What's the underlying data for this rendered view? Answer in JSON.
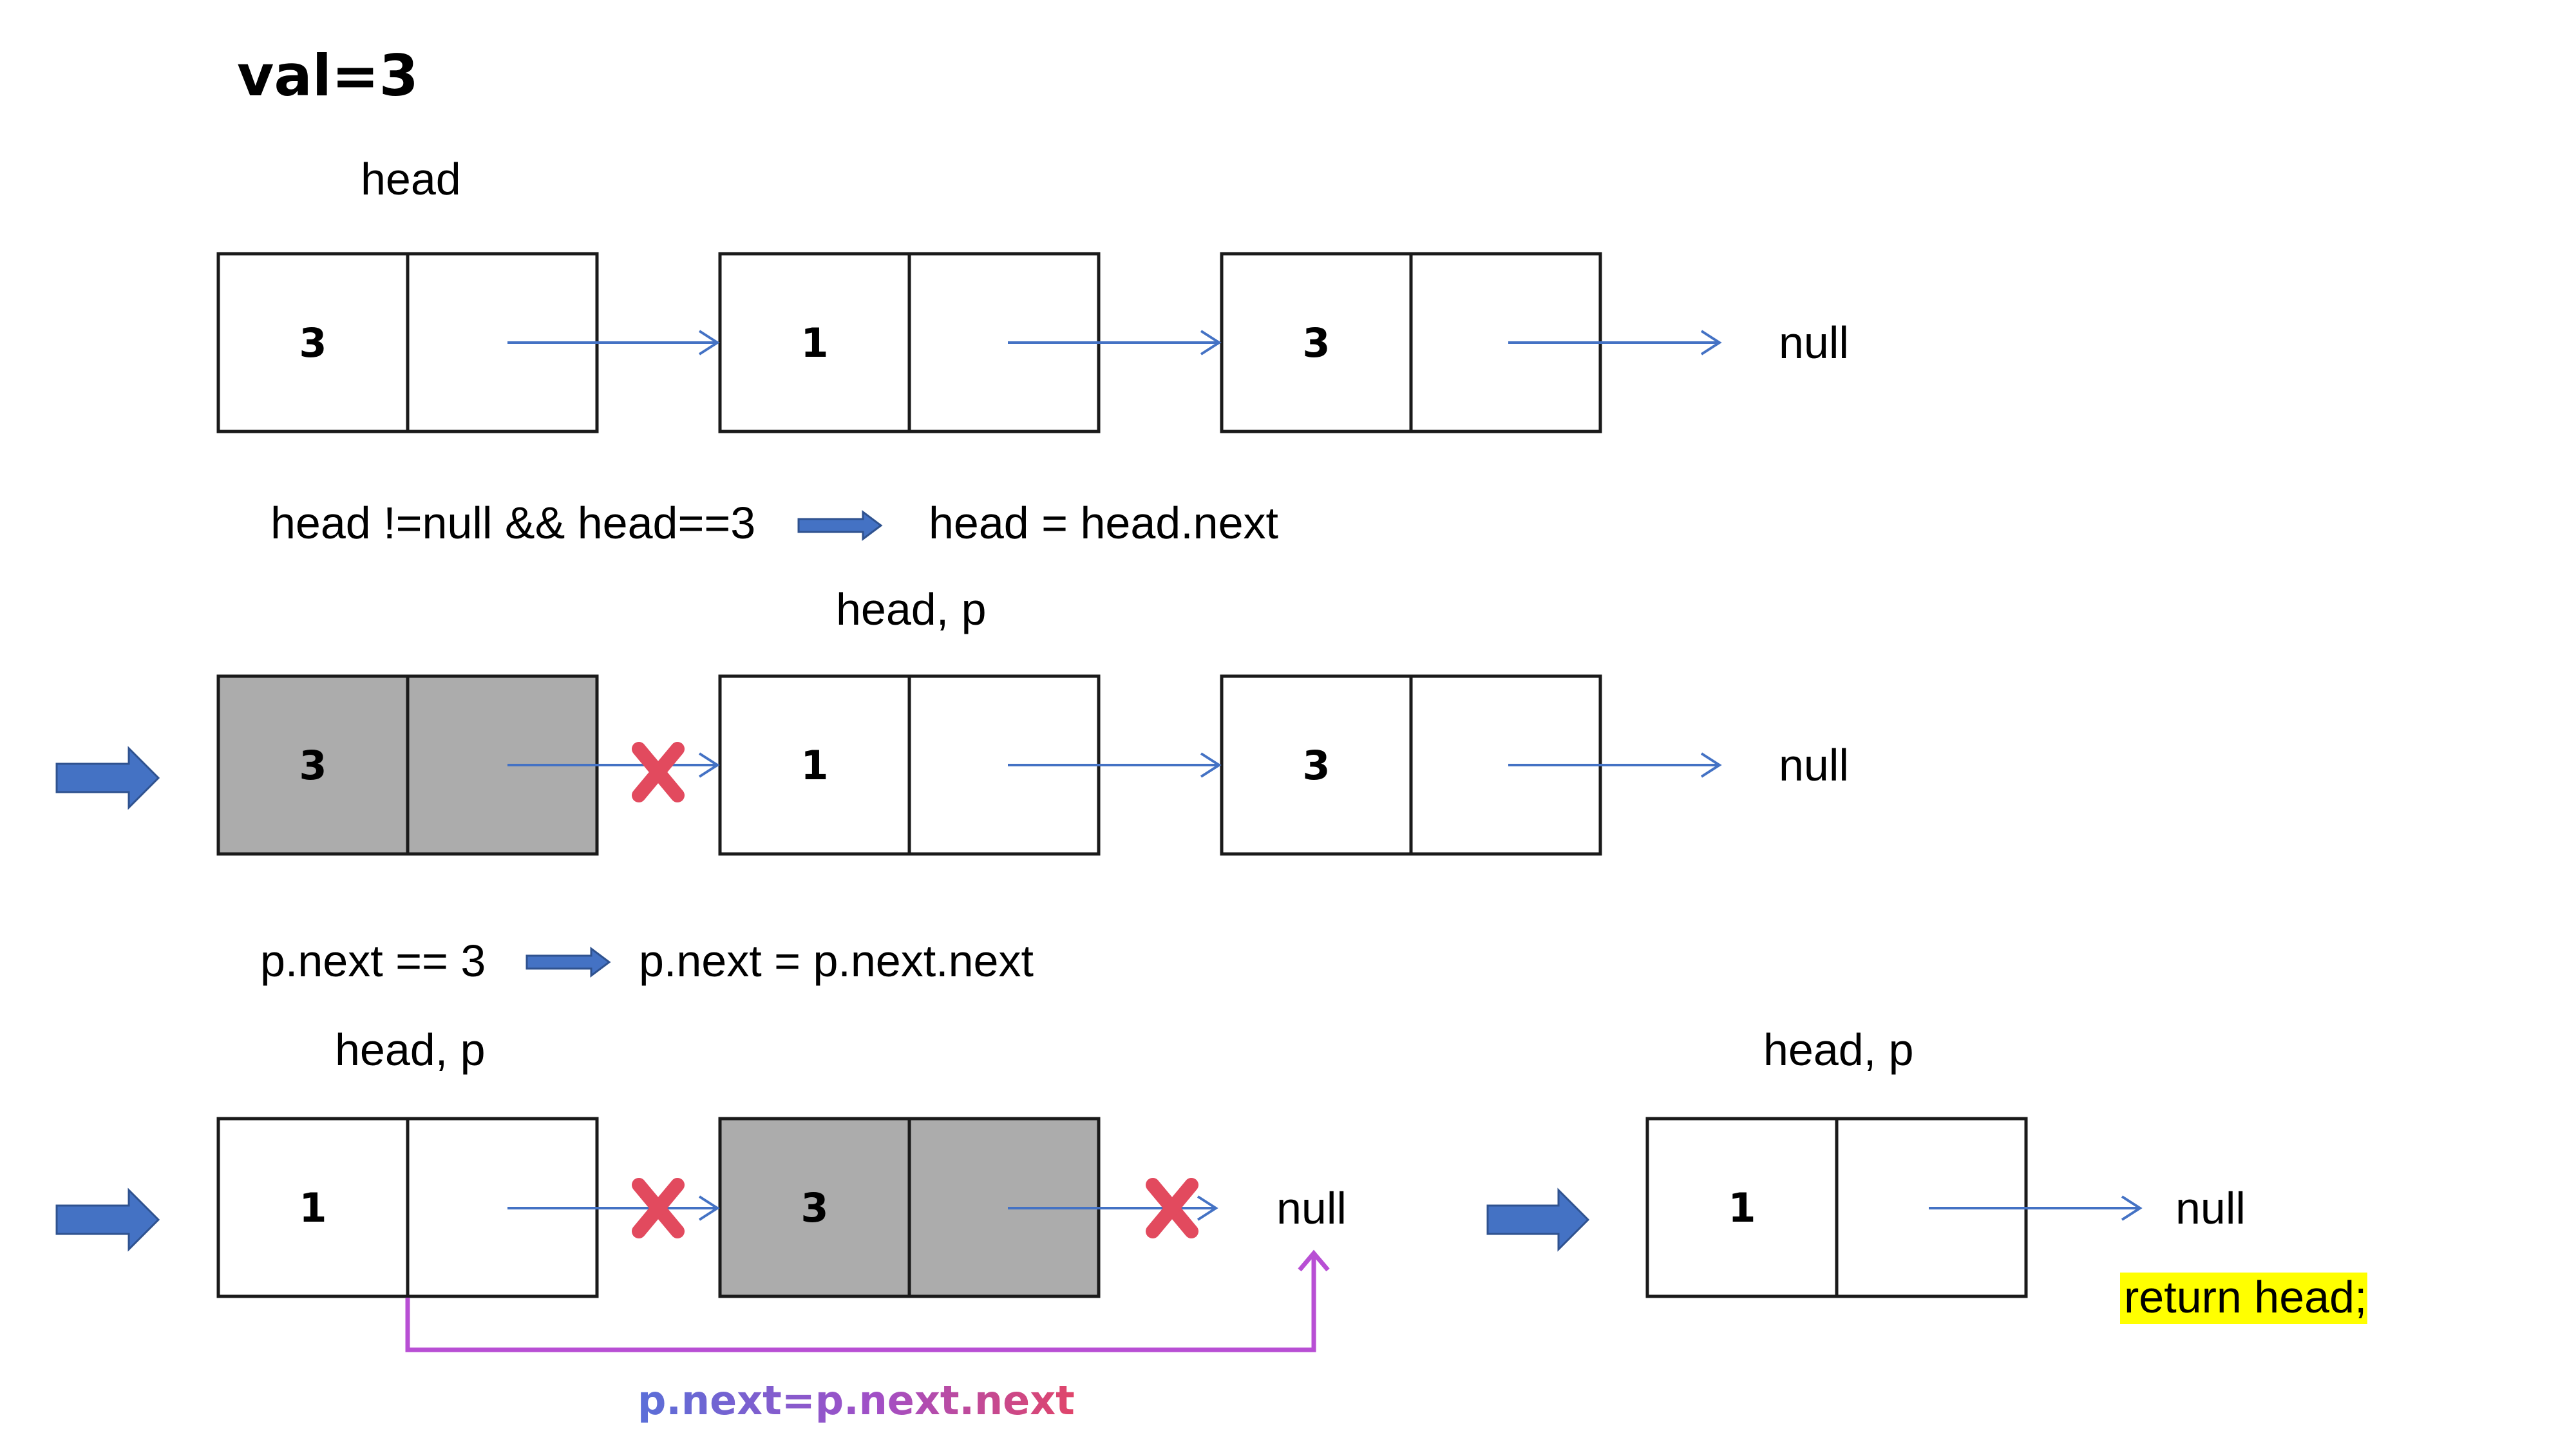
{
  "title": "val=3",
  "colors": {
    "pointer": "#4472c4",
    "cross": "#e24a5e",
    "removed_node": "#acacac",
    "relink": "#b84fd4",
    "highlight": "#ffff00"
  },
  "row1": {
    "label": "head",
    "nodes": [
      "3",
      "1",
      "3"
    ],
    "tail": "null"
  },
  "step1": {
    "condition": "head !=null && head==3",
    "action": "head = head.next"
  },
  "row2": {
    "label": "head, p",
    "nodes": [
      "3",
      "1",
      "3"
    ],
    "tail": "null"
  },
  "step2": {
    "condition": "p.next == 3",
    "action": "p.next = p.next.next"
  },
  "row3": {
    "label": "head, p",
    "nodes": [
      "1",
      "3"
    ],
    "tail": "null",
    "relink_label": "p.next=p.next.next"
  },
  "result": {
    "label": "head, p",
    "nodes": [
      "1"
    ],
    "tail": "null",
    "return_text": "return head;"
  }
}
